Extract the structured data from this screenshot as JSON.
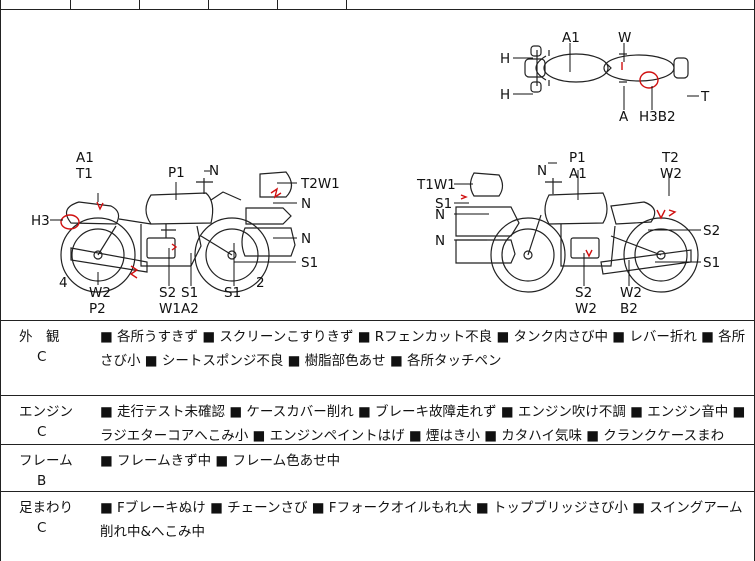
{
  "diagram": {
    "top_view": {
      "A1": "A1",
      "W": "W",
      "H_top": "H",
      "H_bot": "H",
      "A": "A",
      "H3B2": "H3B2",
      "T": "T"
    },
    "left_view": {
      "A1": "A1",
      "T1": "T1",
      "P1": "P1",
      "N_top": "N",
      "T2W1": "T2W1",
      "H3": "H3",
      "N1": "N",
      "N2": "N",
      "S1_right": "S1",
      "num4": "4",
      "num2": "2",
      "W2P2": "W2\nP2",
      "S2W1": "S2\nW1",
      "S1A2": "S1\nA2",
      "S1_bottom": "S1"
    },
    "right_view": {
      "P1": "P1",
      "A1": "A1",
      "N_top": "N",
      "T2": "T2",
      "W2_top": "W2",
      "T1W1": "T1W1",
      "S1": "S1",
      "N1": "N",
      "N2": "N",
      "S2_right": "S2",
      "S1_right": "S1",
      "S2W2": "S2\nW2",
      "W2B2": "W2\nB2"
    }
  },
  "sections": [
    {
      "category": "外　観",
      "grade": "C",
      "notes": "■ 各所うすきず ■ スクリーンこすりきず ■ Rフェンカット不良 ■ タンク内さび中 ■ レバー折れ ■ 各所さび小 ■ シートスポンジ不良 ■ 樹脂部色あせ ■ 各所タッチペン"
    },
    {
      "category": "エンジン",
      "grade": "C",
      "notes": "■ 走行テスト未確認 ■ ケースカバー削れ ■ ブレーキ故障走れず ■ エンジン吹け不調 ■ エンジン音中 ■ ラジエターコアへこみ小 ■ エンジンペイントはげ ■ 煙はき小 ■ カタハイ気味 ■ クランクケースまわ"
    },
    {
      "category": "フレーム",
      "grade": "B",
      "notes": "■ フレームきず中 ■ フレーム色あせ中"
    },
    {
      "category": "足まわり",
      "grade": "C",
      "notes": "■ Fブレーキぬけ ■ チェーンさび ■ Fフォークオイルもれ大 ■ トップブリッジさび小 ■ スイングアーム削れ中&へこみ中"
    }
  ]
}
